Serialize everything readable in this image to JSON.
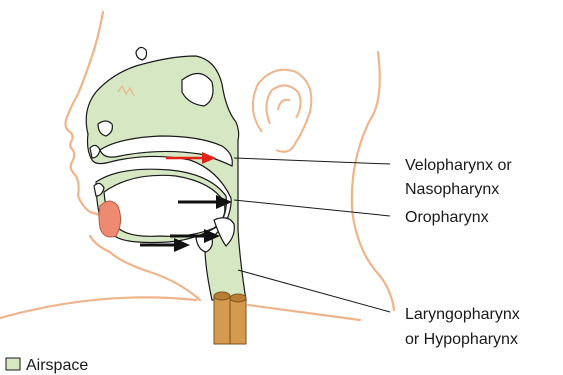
{
  "labels": {
    "velopharynx": [
      "Velopharynx or",
      "Nasopharynx"
    ],
    "oropharynx": "Oropharynx",
    "laryngopharynx": [
      "Laryngopharynx",
      "or Hypopharynx"
    ]
  },
  "legend": {
    "airspace": "Airspace"
  },
  "colors": {
    "airspace": "#d6e8c3",
    "skin_outline": "#f0b48a",
    "lips": "#ee8a72",
    "trachea": "#d49a4e",
    "airflow_red": "#e32119",
    "airflow_black": "#111111",
    "tissue": "#ffffff"
  }
}
